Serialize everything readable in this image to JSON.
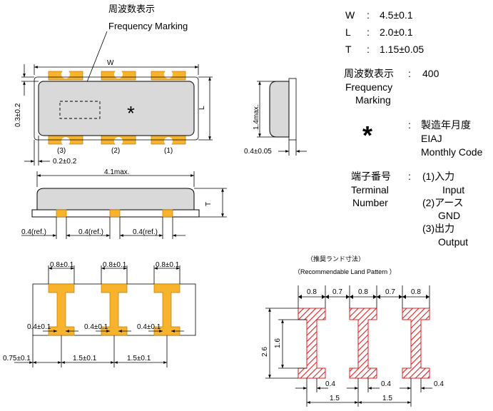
{
  "freq_marking": {
    "jp": "周波数表示",
    "en": "Frequency  Marking"
  },
  "top_view": {
    "w_label": "W",
    "l_label": "L",
    "dim_03": "0.3±0.2",
    "dim_02": "0.2±0.2",
    "pin3": "(3)",
    "pin2": "(2)",
    "pin1": "(1)",
    "asterisk": "*"
  },
  "side_view": {
    "dim_14": "1.4max.",
    "dim_04": "0.4±0.05"
  },
  "front_view": {
    "dim_41": "4.1max.",
    "t_label": "T",
    "ref1": "0.4(ref.)",
    "ref2": "0.4(ref.)",
    "ref3": "0.4(ref.)"
  },
  "bottom_view": {
    "d1": "0.8±0.1",
    "d2": "0.8±0.1",
    "d3": "0.8±0.1",
    "e1": "0.4±0.1",
    "e2": "0.4±0.1",
    "e3": "0.4±0.1",
    "f1": "0.75±0.1",
    "g1": "1.5±0.1",
    "g2": "1.5±0.1"
  },
  "land": {
    "title_jp": "（推奨ランド寸法）",
    "title_en": "（Recommendable Land Pattern ）",
    "top": [
      "0.8",
      "0.7",
      "0.8",
      "0.7",
      "0.8"
    ],
    "h1": "2.6",
    "h2": "1.6",
    "b1": "0.4",
    "b2": "0.4",
    "b3": "0.4",
    "p1": "1.5",
    "p2": "1.5"
  },
  "specs": {
    "rows": [
      {
        "key": "W",
        "sep": ":",
        "val": "4.5±0.1"
      },
      {
        "key": "L",
        "sep": ":",
        "val": "2.0±0.1"
      },
      {
        "key": "T",
        "sep": ":",
        "val": "1.15±0.05"
      }
    ],
    "freq_jp": "周波数表示",
    "freq_sep": ":",
    "freq_val": "400",
    "freq_en1": "Frequency",
    "freq_en2": "Marking",
    "ast": "*",
    "ast_sep": ":",
    "ast_jp": "製造年月度",
    "ast_en1": "EIAJ",
    "ast_en2": "Monthly Code",
    "term_jp": "端子番号",
    "term_sep": ":",
    "term_en1": "Terminal",
    "term_en2": "Number",
    "t1_jp": "(1)入力",
    "t1_en": "Input",
    "t2_jp": "(2)アース",
    "t2_en": "GND",
    "t3_jp": "(3)出力",
    "t3_en": "Output"
  }
}
